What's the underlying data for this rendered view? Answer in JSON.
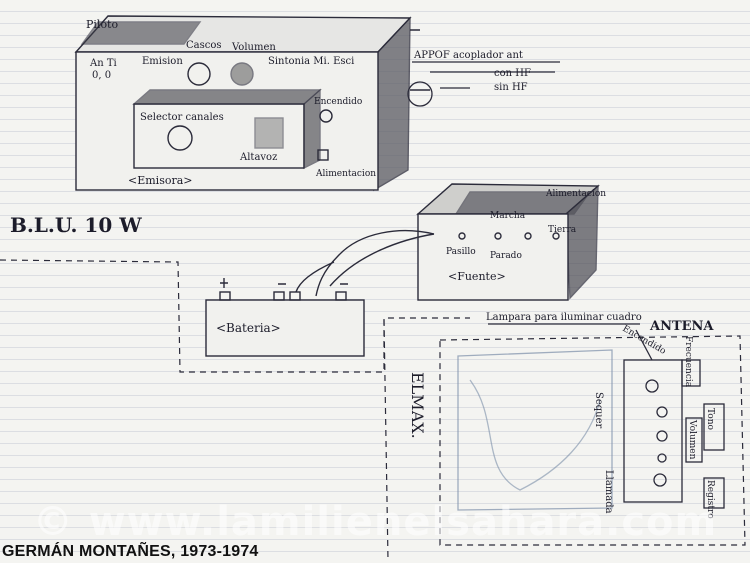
{
  "sketch": {
    "emisora_box": {
      "label": "<Emisora>",
      "pilot": "Piloto",
      "antena_title": "An Ti",
      "antena_values": "0, 0",
      "emision": "Emision",
      "cascos": "Cascos",
      "volumen": "Volumen",
      "sintonia": "Sintonia Mi. Esci",
      "selector": "Selector canales",
      "altavoz": "Altavoz",
      "encendido": "Encendido",
      "alimentacion": "Alimentacion"
    },
    "antena_notes": {
      "title": "APPOF acoplador ant",
      "line1": "con HF",
      "line2": "sin HF"
    },
    "blu_label": "B.L.U. 10 W",
    "fuente_box": {
      "label": "<Fuente>",
      "marcha": "Marcha",
      "alimentacion": "Alimentacion",
      "tierra": "Tierra",
      "pasillo": "Pasillo",
      "parado": "Parado"
    },
    "bateria_box": {
      "label": "<Bateria>"
    },
    "antena_panel": {
      "title": "ANTENA",
      "note": "Lampara para iluminar cuadro",
      "encendido": "Encendido",
      "frecuencia": "Frecuencia",
      "volumen": "Volumen",
      "tono": "Tono",
      "sequer": "Sequer",
      "registro": "Registro",
      "llamada": "Llamada"
    },
    "elmax": "ELMAX."
  },
  "watermark": "© www.lamilienelsahara.com",
  "caption": "GERMÁN MONTAÑES, 1973-1974"
}
